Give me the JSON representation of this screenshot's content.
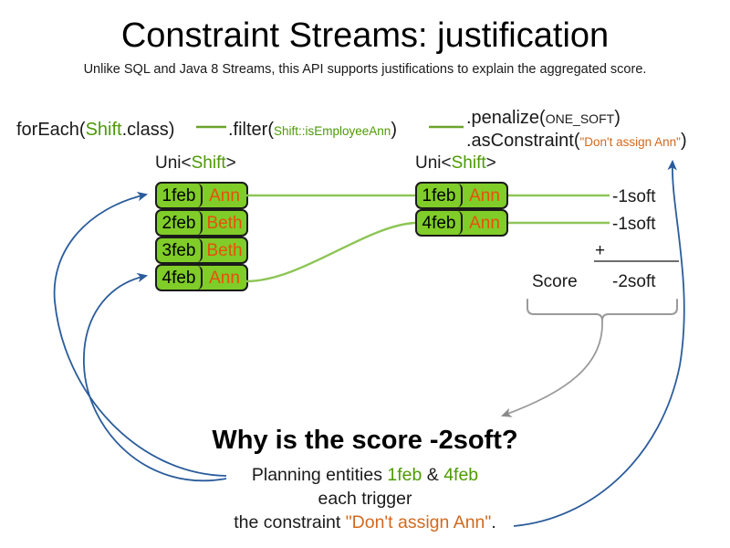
{
  "slide": {
    "title": "Constraint Streams: justification",
    "subtitle": "Unlike SQL and Java 8 Streams, this API supports justifications to explain the aggregated score."
  },
  "code_pipeline": {
    "for_each": {
      "prefix": "forEach(",
      "type": "Shift",
      "suffix": ".class)"
    },
    "filter": {
      "prefix": ".filter(",
      "arg": "Shift::isEmployeeAnn",
      "suffix": ")"
    },
    "penalize": {
      "prefix": ".penalize(",
      "arg": "ONE_SOFT",
      "suffix": ")"
    },
    "as_constraint": {
      "prefix": ".asConstraint(",
      "arg": "\"Don't assign Ann\"",
      "suffix": ")"
    }
  },
  "streams": {
    "left": {
      "header_prefix": "Uni<",
      "header_type": "Shift",
      "header_suffix": ">",
      "rows": [
        {
          "date": "1feb",
          "name": "Ann"
        },
        {
          "date": "2feb",
          "name": "Beth"
        },
        {
          "date": "3feb",
          "name": "Beth"
        },
        {
          "date": "4feb",
          "name": "Ann"
        }
      ]
    },
    "right": {
      "header_prefix": "Uni<",
      "header_type": "Shift",
      "header_suffix": ">",
      "rows": [
        {
          "date": "1feb",
          "name": "Ann"
        },
        {
          "date": "4feb",
          "name": "Ann"
        }
      ]
    }
  },
  "score": {
    "penalties": [
      "-1soft",
      "-1soft"
    ],
    "operator": "+",
    "label": "Score",
    "total": "-2soft"
  },
  "explanation": {
    "heading": "Why is the score -2soft?",
    "line1_a": "Planning entities ",
    "line1_e1": "1feb",
    "line1_amp": " & ",
    "line1_e2": "4feb",
    "line2": "each trigger",
    "line3_a": "the constraint ",
    "line3_constraint": "\"Don't assign Ann\"",
    "line3_b": "."
  },
  "colors": {
    "chip_fill": "#80cc28",
    "chip_border": "#1a1a1a",
    "name_text": "#e8500c",
    "type_green": "#4e9a06",
    "string_orange": "#d2691e",
    "link_green": "#8dc556",
    "arrow_blue": "#2b5c9b",
    "brace_gray": "#8a8a8a"
  }
}
